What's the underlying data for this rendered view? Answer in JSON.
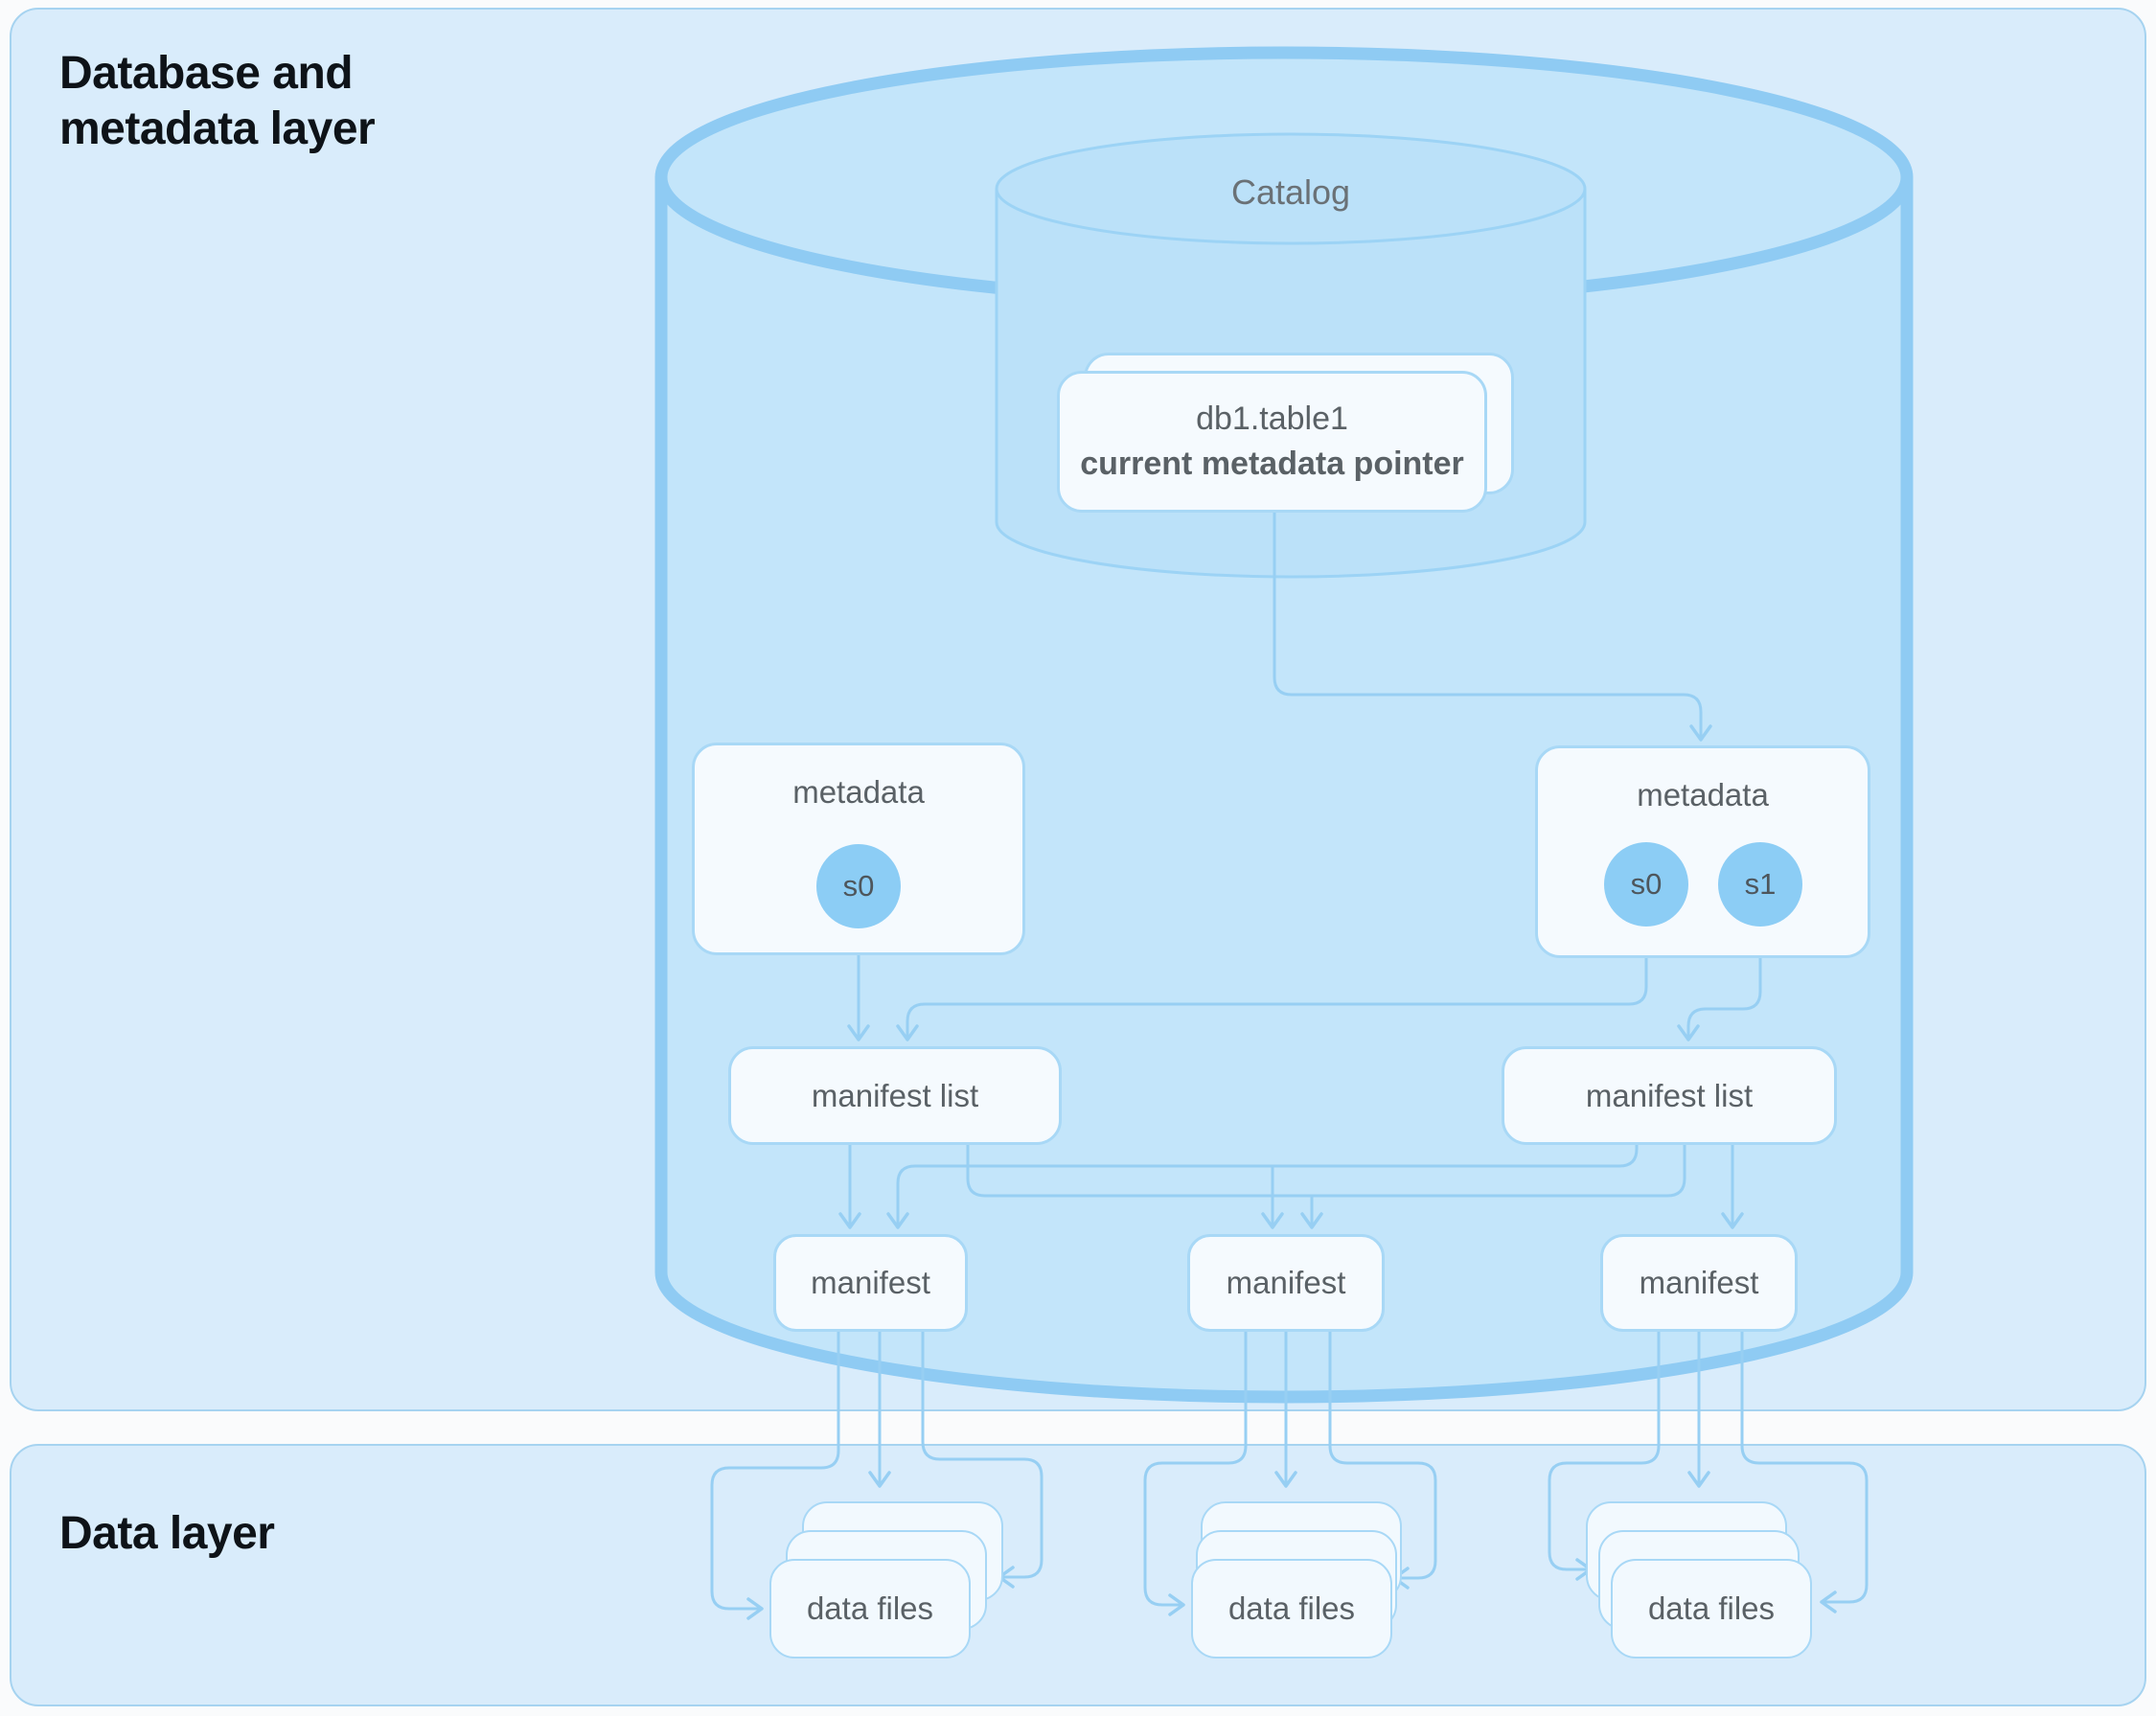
{
  "titles": {
    "metadata_layer": "Database and metadata layer",
    "data_layer": "Data layer"
  },
  "catalog": {
    "label": "Catalog",
    "pointer_card": {
      "table": "db1.table1",
      "subtitle": "current metadata pointer"
    }
  },
  "metadata_boxes": [
    {
      "label": "metadata",
      "snapshots": [
        {
          "id": "s0"
        }
      ]
    },
    {
      "label": "metadata",
      "snapshots": [
        {
          "id": "s0"
        },
        {
          "id": "s1"
        }
      ]
    }
  ],
  "manifest_lists": [
    {
      "label": "manifest list"
    },
    {
      "label": "manifest list"
    }
  ],
  "manifests": [
    {
      "label": "manifest"
    },
    {
      "label": "manifest"
    },
    {
      "label": "manifest"
    }
  ],
  "data_file_stacks": [
    {
      "label": "data files"
    },
    {
      "label": "data files"
    },
    {
      "label": "data files"
    }
  ],
  "colors": {
    "page": "#FAFBFC",
    "panel": "#D9ECFB",
    "panel-border": "#A6D3F0",
    "cyl-fill": "#C3E5FA",
    "cyl-stroke": "#8FCBF3",
    "inner-fill": "#BBE1F9",
    "inner-stroke": "#9CD3F5",
    "box-fill": "#F5FAFE",
    "box-border": "#A8D8F6",
    "file-fill": "#F2F9FE",
    "line": "#97CFF3",
    "circle": "#8CCDF5",
    "text": "#5A6166",
    "text-dark": "#0E1318",
    "catalog-text": "#6A7176",
    "circle-text": "#4E565C"
  }
}
